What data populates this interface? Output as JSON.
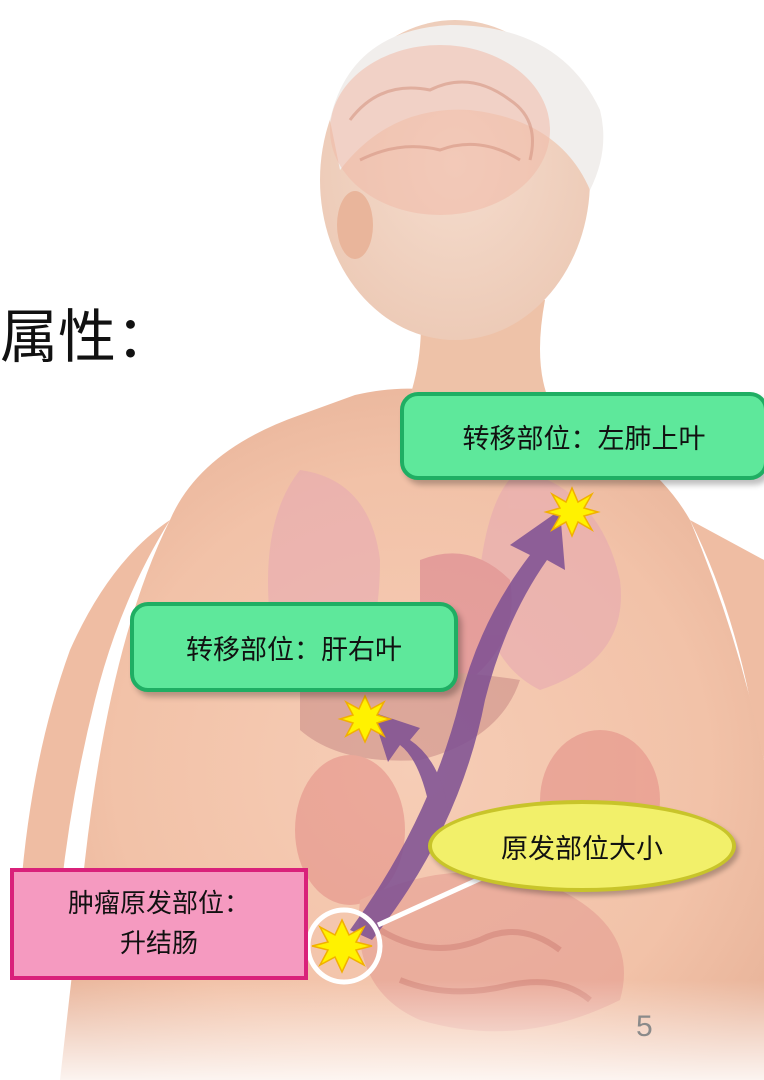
{
  "heading": "属性：",
  "labels": {
    "metastasis_lung": "转移部位：左肺上叶",
    "metastasis_liver": "转移部位：肝右叶",
    "primary_size": "原发部位大小",
    "primary_site_line1": "肿瘤原发部位：",
    "primary_site_line2": "升结肠"
  },
  "page_number": "5",
  "colors": {
    "metastasis_fill": "#5ee89b",
    "metastasis_border": "#1fae63",
    "size_fill": "#f2f06a",
    "primary_fill": "#f59ac0",
    "primary_border": "#d9217a",
    "arrow": "#7d4f93",
    "tumor_star": "#fff200"
  },
  "icons": [
    "tumor-star-icon",
    "metastasis-arrow-icon"
  ]
}
